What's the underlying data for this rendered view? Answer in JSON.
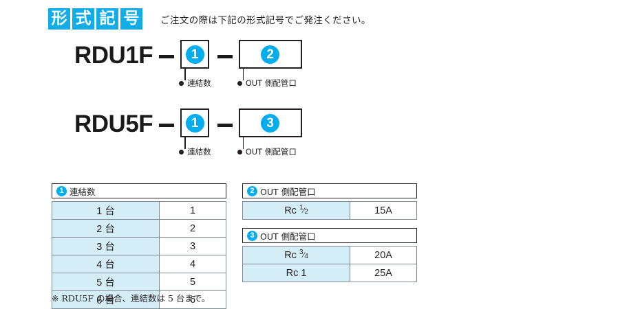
{
  "header": {
    "badge_chars": [
      "形",
      "式",
      "記",
      "号"
    ],
    "description": "ご注文の際は下記の形式記号でご発注ください。",
    "badge_color": "#12ace8"
  },
  "model_rows": [
    {
      "prefix": "RDU1F",
      "dash": "–",
      "slot1": {
        "number": "1",
        "callout": "連結数"
      },
      "slot2": {
        "number": "2",
        "callout": "OUT 側配管口"
      }
    },
    {
      "prefix": "RDU5F",
      "dash": "–",
      "slot1": {
        "number": "1",
        "callout": "連結数"
      },
      "slot2": {
        "number": "3",
        "callout": "OUT 側配管口"
      }
    }
  ],
  "tables": [
    {
      "marker": "1",
      "title": "連結数",
      "rows": [
        {
          "left": "1 台",
          "right": "1"
        },
        {
          "left": "2 台",
          "right": "2"
        },
        {
          "left": "3 台",
          "right": "3"
        },
        {
          "left": "4 台",
          "right": "4"
        },
        {
          "left": "5 台",
          "right": "5"
        },
        {
          "left": "6 台",
          "right": "6"
        }
      ]
    },
    {
      "marker": "2",
      "title": "OUT 側配管口",
      "rows": [
        {
          "left_prefix": "Rc",
          "frac_num": "1",
          "frac_den": "2",
          "right": "15A"
        }
      ]
    },
    {
      "marker": "3",
      "title": "OUT 側配管口",
      "rows": [
        {
          "left_prefix": "Rc",
          "frac_num": "3",
          "frac_den": "4",
          "right": "20A"
        },
        {
          "left_prefix": "Rc 1",
          "frac_num": "",
          "frac_den": "",
          "right": "25A"
        }
      ]
    }
  ],
  "footnote": "※ RDU5F の場合、連結数は 5 台まで。",
  "colors": {
    "accent_cyan": "#00adef",
    "cell_light_blue": "#d4edf7",
    "text": "#231f20"
  }
}
